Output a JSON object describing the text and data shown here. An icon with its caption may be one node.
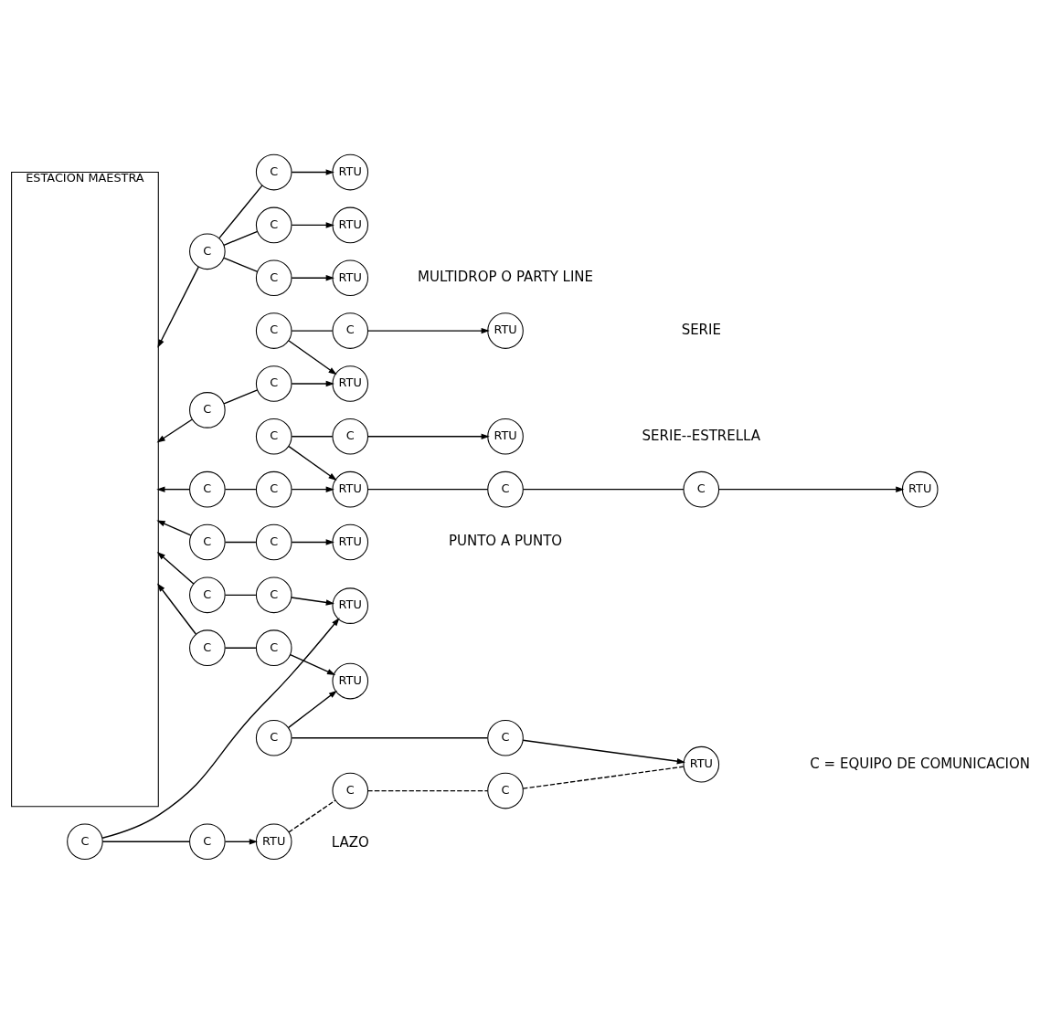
{
  "diagram": {
    "nodes": [
      {
        "text": [
          "ESTACION MAESTRA"
        ]
      },
      {
        "text": [
          "C"
        ]
      },
      {
        "text": [
          "C"
        ]
      },
      {
        "text": [
          "RTU"
        ]
      },
      {
        "text": [
          "C"
        ]
      },
      {
        "text": [
          "C"
        ]
      },
      {
        "text": [
          "RTU"
        ]
      },
      {
        "text": [
          "C"
        ]
      },
      {
        "text": [
          "C"
        ]
      },
      {
        "text": [
          "RTU"
        ]
      },
      {
        "text": [
          "C"
        ]
      },
      {
        "text": [
          "C"
        ]
      },
      {
        "text": [
          "RTU"
        ]
      },
      {
        "text": [
          "C"
        ]
      },
      {
        "text": [
          "C"
        ]
      },
      {
        "text": [
          "RTU"
        ]
      },
      {
        "text": [
          "C"
        ]
      },
      {
        "text": [
          "C"
        ]
      },
      {
        "text": [
          "RTU"
        ]
      },
      {
        "text": [
          "C"
        ]
      },
      {
        "text": [
          "C"
        ]
      },
      {
        "text": [
          "C"
        ]
      },
      {
        "text": [
          "C"
        ]
      },
      {
        "text": [
          "RTU"
        ]
      },
      {
        "text": [
          "RTU"
        ]
      },
      {
        "text": [
          "RTU"
        ]
      },
      {
        "text": [
          "C"
        ]
      },
      {
        "text": [
          "C"
        ]
      },
      {
        "text": [
          "RTU"
        ]
      },
      {
        "text": [
          "C"
        ]
      },
      {
        "text": [
          "C"
        ]
      },
      {
        "text": [
          "RTU"
        ]
      },
      {
        "text": [
          "C"
        ]
      },
      {
        "text": [
          "C"
        ]
      },
      {
        "text": [
          "C"
        ]
      },
      {
        "text": [
          "C"
        ]
      },
      {
        "text": [
          "RTU"
        ]
      },
      {
        "text": [
          "C"
        ]
      },
      {
        "text": [
          "C"
        ]
      },
      {
        "text": [
          "RTU"
        ]
      }
    ],
    "edges": [
      {
        "from": 1,
        "to": 0,
        "arrow": "to"
      },
      {
        "from": 1,
        "to": 2,
        "arrow": "none"
      },
      {
        "from": 2,
        "to": 3,
        "arrow": "to"
      },
      {
        "from": 4,
        "to": 0,
        "arrow": "to"
      },
      {
        "from": 4,
        "to": 5,
        "arrow": "none"
      },
      {
        "from": 5,
        "to": 6,
        "arrow": "to"
      },
      {
        "from": 7,
        "to": 6,
        "arrow": "to"
      },
      {
        "from": 7,
        "to": 8,
        "arrow": "none"
      },
      {
        "from": 8,
        "to": 9,
        "arrow": "to"
      },
      {
        "from": 10,
        "to": 0,
        "arrow": "to"
      },
      {
        "from": 10,
        "to": 11,
        "arrow": "none"
      },
      {
        "from": 11,
        "to": 12,
        "arrow": "to"
      },
      {
        "from": 13,
        "to": 12,
        "arrow": "to"
      },
      {
        "from": 13,
        "to": 14,
        "arrow": "none"
      },
      {
        "from": 14,
        "to": 15,
        "arrow": "to"
      },
      {
        "from": 12,
        "to": 16,
        "arrow": "none"
      },
      {
        "from": 16,
        "to": 17,
        "arrow": "none"
      },
      {
        "from": 17,
        "to": 18,
        "arrow": "to"
      },
      {
        "from": 19,
        "to": 0,
        "arrow": "to"
      },
      {
        "from": 19,
        "to": 20,
        "arrow": "none"
      },
      {
        "from": 19,
        "to": 21,
        "arrow": "none"
      },
      {
        "from": 19,
        "to": 22,
        "arrow": "none"
      },
      {
        "from": 20,
        "to": 23,
        "arrow": "to"
      },
      {
        "from": 21,
        "to": 24,
        "arrow": "to"
      },
      {
        "from": 22,
        "to": 25,
        "arrow": "to"
      },
      {
        "from": 26,
        "to": 0,
        "arrow": "to"
      },
      {
        "from": 26,
        "to": 27,
        "arrow": "none"
      },
      {
        "from": 27,
        "to": 28,
        "arrow": "to"
      },
      {
        "from": 29,
        "to": 28,
        "arrow": "to"
      },
      {
        "from": 29,
        "to": 30,
        "arrow": "none"
      },
      {
        "from": 30,
        "to": 31,
        "arrow": "to"
      },
      {
        "from": 31,
        "to": 32,
        "arrow": "none",
        "style": "dashed"
      },
      {
        "from": 32,
        "to": 33,
        "arrow": "none",
        "style": "dashed"
      },
      {
        "from": 33,
        "to": 39,
        "arrow": "none",
        "style": "dashed"
      },
      {
        "from": 34,
        "to": 0,
        "arrow": "to"
      },
      {
        "from": 34,
        "to": 35,
        "arrow": "none"
      },
      {
        "from": 35,
        "to": 36,
        "arrow": "to"
      },
      {
        "from": 37,
        "to": 36,
        "arrow": "to"
      },
      {
        "from": 37,
        "to": 38,
        "arrow": "none"
      },
      {
        "from": 38,
        "to": 39,
        "arrow": "to"
      }
    ],
    "labels": [
      "PUNTO A PUNTO",
      "SERIE",
      "SERIE--ESTRELLA",
      "MULTIDROP O PARTY LINE",
      "LAZO",
      "C = EQUIPO DE COMUNICACION"
    ]
  }
}
